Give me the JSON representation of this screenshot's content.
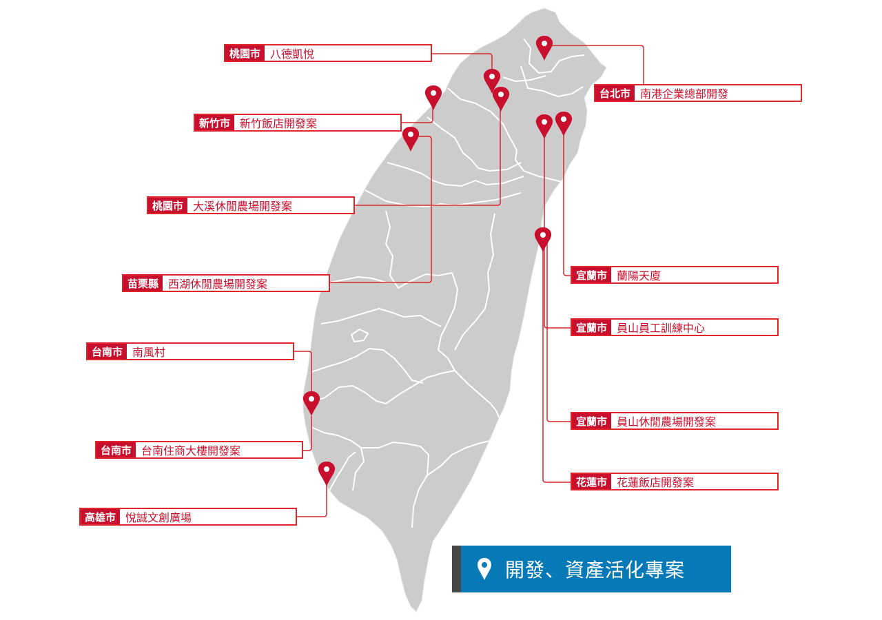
{
  "colors": {
    "map_fill": "#cccccc",
    "border": "#ffffff",
    "pin": "#c8102e",
    "line": "#d9262b",
    "city_bg": "#c8102e",
    "legend_bg": "#0779b6",
    "legend_bar": "#474747"
  },
  "legend": {
    "icon": "map-pin-icon",
    "title": "開發、資產活化專案"
  },
  "labels": [
    {
      "city": "桃園市",
      "project": "八德凱悅"
    },
    {
      "city": "新竹市",
      "project": "新竹飯店開發案"
    },
    {
      "city": "桃園市",
      "project": "大溪休閒農場開發案"
    },
    {
      "city": "苗栗縣",
      "project": "西湖休閒農場開發案"
    },
    {
      "city": "台南市",
      "project": "南風村"
    },
    {
      "city": "台南市",
      "project": "台南住商大樓開發案"
    },
    {
      "city": "高雄市",
      "project": "悅誠文創廣場"
    },
    {
      "city": "台北市",
      "project": "南港企業總部開發"
    },
    {
      "city": "宜蘭市",
      "project": "蘭陽天廈"
    },
    {
      "city": "宜蘭市",
      "project": "員山員工訓練中心"
    },
    {
      "city": "宜蘭市",
      "project": "員山休閒農場開發案"
    },
    {
      "city": "花蓮市",
      "project": "花蓮飯店開發案"
    }
  ]
}
